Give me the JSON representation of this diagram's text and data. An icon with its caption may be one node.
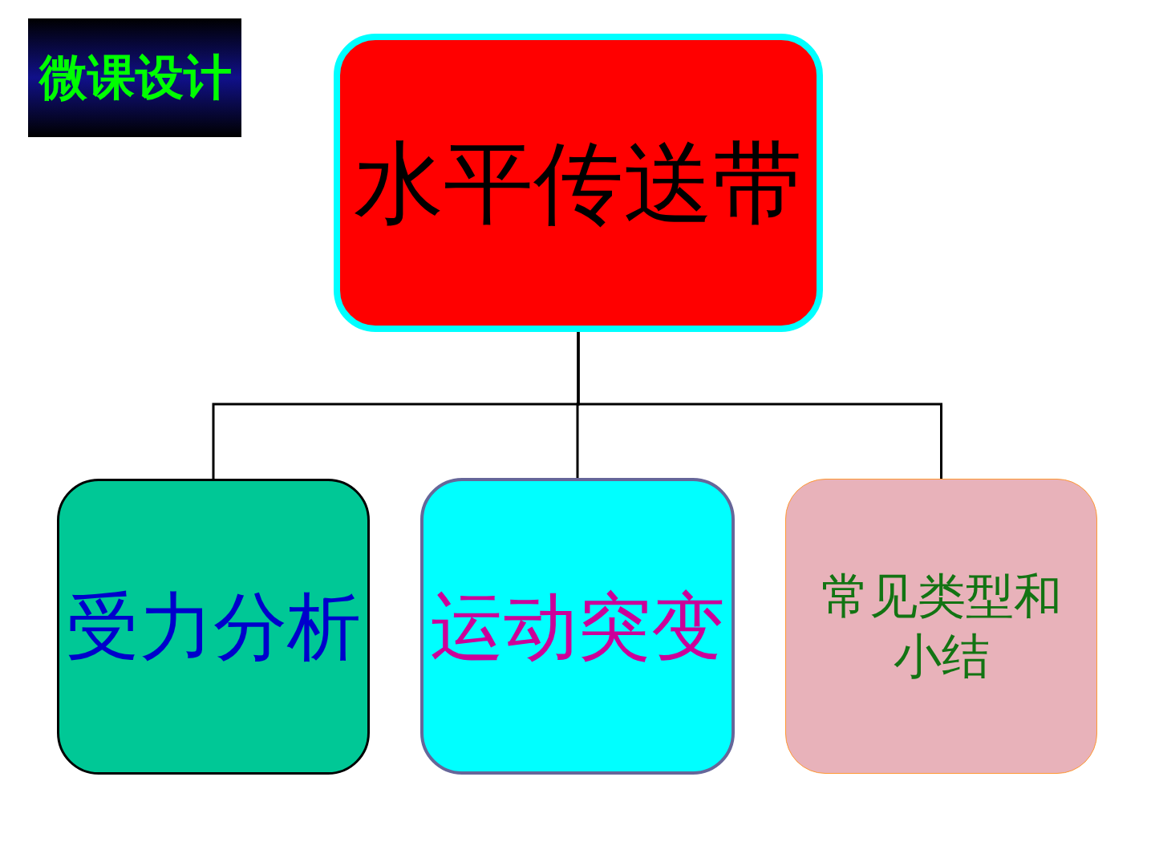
{
  "diagram": {
    "title": "微课设计",
    "nodes": [
      {
        "text": [
          "水平传送带"
        ]
      },
      {
        "text": [
          "受力分析"
        ]
      },
      {
        "text": [
          "运动突变"
        ]
      },
      {
        "text": [
          "常见类型和小结"
        ]
      }
    ],
    "edges": [
      {
        "from": 0,
        "to": 1,
        "arrow": "none"
      },
      {
        "from": 0,
        "to": 2,
        "arrow": "none"
      },
      {
        "from": 0,
        "to": 3,
        "arrow": "none"
      }
    ]
  }
}
